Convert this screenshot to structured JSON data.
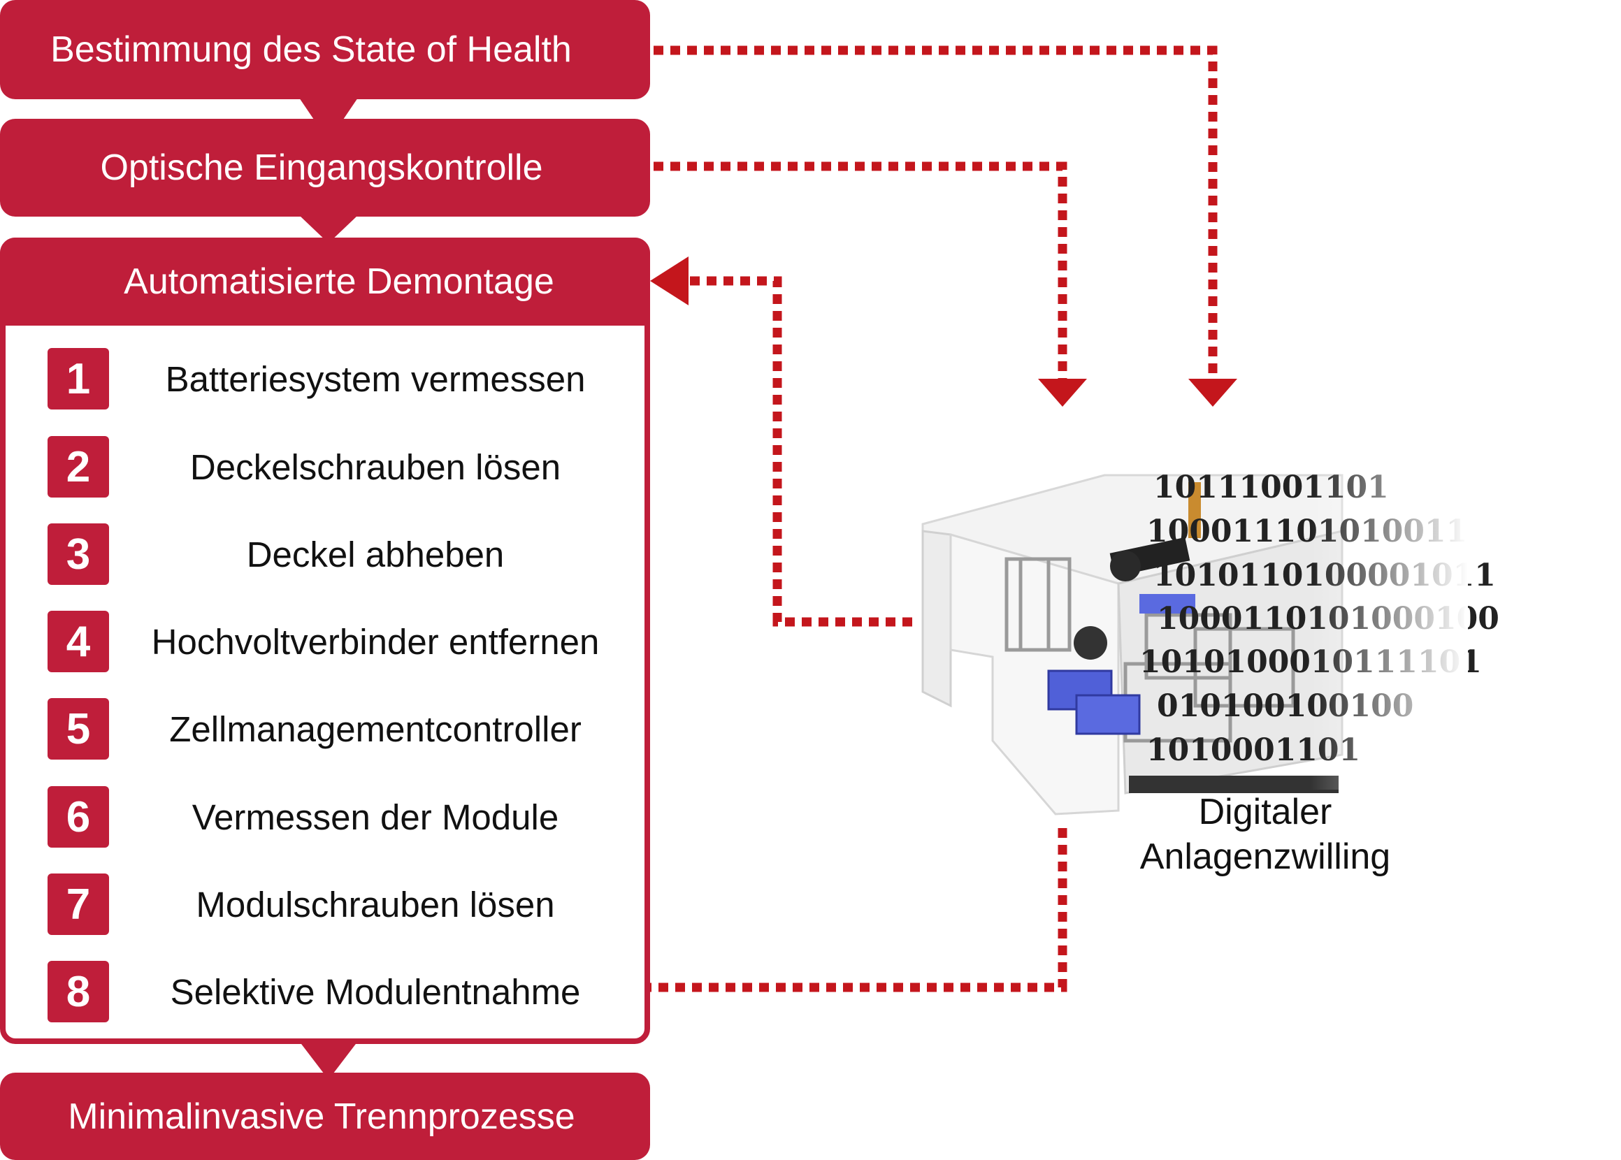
{
  "steps_top": [
    "Bestimmung des State of Health",
    "Optische Eingangskontrolle"
  ],
  "demontage": {
    "title": "Automatisierte Demontage",
    "items": [
      {
        "num": "1",
        "label": "Batteriesystem vermessen"
      },
      {
        "num": "2",
        "label": "Deckelschrauben lösen"
      },
      {
        "num": "3",
        "label": "Deckel abheben"
      },
      {
        "num": "4",
        "label": "Hochvoltverbinder entfernen"
      },
      {
        "num": "5",
        "label": "Zellmanagementcontroller"
      },
      {
        "num": "6",
        "label": "Vermessen der Module"
      },
      {
        "num": "7",
        "label": "Modulschrauben lösen"
      },
      {
        "num": "8",
        "label": "Selektive Modulentnahme"
      }
    ]
  },
  "step_bottom": "Minimalinvasive Trennprozesse",
  "twin": {
    "caption_line1": "Digitaler",
    "caption_line2": "Anlagenzwilling",
    "binary_rows": [
      "10111001101",
      "100011101010011",
      "1010110100001011",
      "1000110101000100",
      "1010100010111101",
      "010100100100",
      "1010001101"
    ]
  },
  "colors": {
    "accent": "#bf1e3a",
    "arrow": "#c4161c",
    "text": "#111111"
  }
}
